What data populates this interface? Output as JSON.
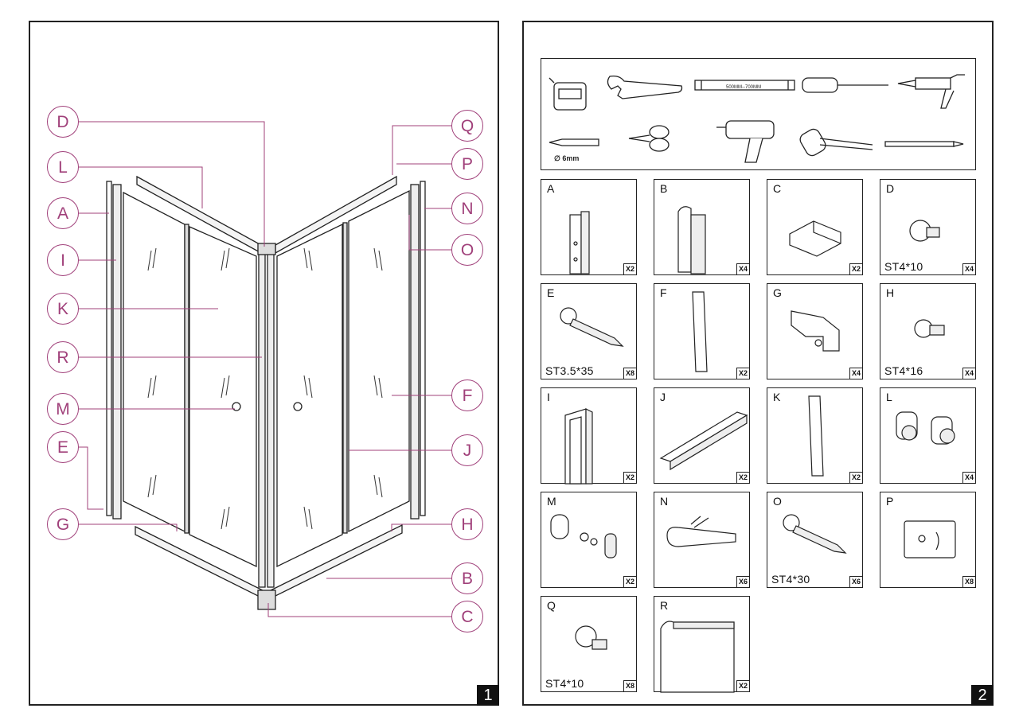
{
  "pages": [
    {
      "number": "1"
    },
    {
      "number": "2"
    }
  ],
  "diagram": {
    "left_callouts": [
      "D",
      "L",
      "A",
      "I",
      "K",
      "R",
      "M",
      "E",
      "G"
    ],
    "right_callouts": [
      "Q",
      "P",
      "N",
      "O",
      "F",
      "J",
      "H",
      "B",
      "C"
    ]
  },
  "tools": {
    "level_label": "500MM--700MM",
    "drill_bit_label": "∅ 6mm"
  },
  "parts": [
    {
      "letter": "A",
      "qty": "X2",
      "spec": ""
    },
    {
      "letter": "B",
      "qty": "X4",
      "spec": ""
    },
    {
      "letter": "C",
      "qty": "X2",
      "spec": ""
    },
    {
      "letter": "D",
      "qty": "X4",
      "spec": "ST4*10"
    },
    {
      "letter": "E",
      "qty": "X8",
      "spec": "ST3.5*35"
    },
    {
      "letter": "F",
      "qty": "X2",
      "spec": ""
    },
    {
      "letter": "G",
      "qty": "X4",
      "spec": ""
    },
    {
      "letter": "H",
      "qty": "X4",
      "spec": "ST4*16"
    },
    {
      "letter": "I",
      "qty": "X2",
      "spec": ""
    },
    {
      "letter": "J",
      "qty": "X2",
      "spec": ""
    },
    {
      "letter": "K",
      "qty": "X2",
      "spec": ""
    },
    {
      "letter": "L",
      "qty": "X4",
      "spec": ""
    },
    {
      "letter": "M",
      "qty": "X2",
      "spec": ""
    },
    {
      "letter": "N",
      "qty": "X6",
      "spec": ""
    },
    {
      "letter": "O",
      "qty": "X6",
      "spec": "ST4*30"
    },
    {
      "letter": "P",
      "qty": "X8",
      "spec": ""
    },
    {
      "letter": "Q",
      "qty": "X8",
      "spec": "ST4*10"
    },
    {
      "letter": "R",
      "qty": "X2",
      "spec": ""
    }
  ]
}
